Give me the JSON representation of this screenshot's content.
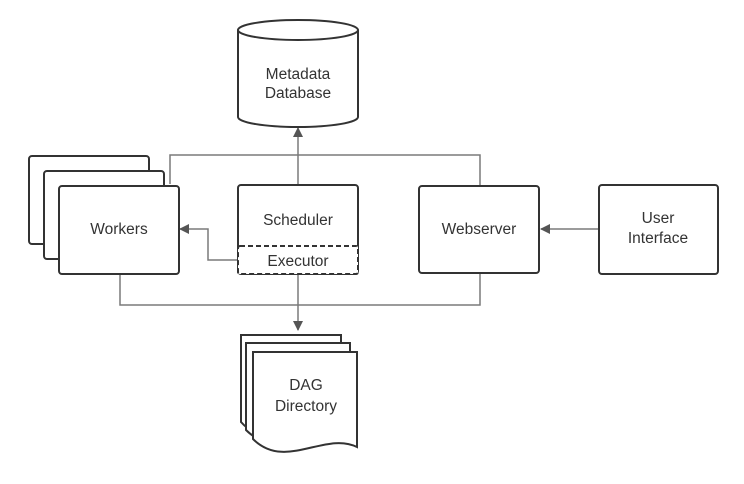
{
  "diagram": {
    "nodes": {
      "metadata_db": {
        "line1": "Metadata",
        "line2": "Database"
      },
      "workers": {
        "label": "Workers"
      },
      "scheduler": {
        "label": "Scheduler"
      },
      "executor": {
        "label": "Executor"
      },
      "webserver": {
        "label": "Webserver"
      },
      "user_interface": {
        "line1": "User",
        "line2": "Interface"
      },
      "dag_directory": {
        "line1": "DAG",
        "line2": "Directory"
      }
    },
    "edges": [
      {
        "from": "scheduler",
        "to": "metadata_db"
      },
      {
        "from": "executor",
        "to": "workers"
      },
      {
        "from": "user_interface",
        "to": "webserver"
      },
      {
        "from": "scheduler",
        "to": "dag_directory"
      },
      {
        "from": "workers",
        "to": "metadata_db"
      },
      {
        "from": "webserver",
        "to": "metadata_db"
      },
      {
        "from": "workers",
        "to": "dag_directory"
      },
      {
        "from": "webserver",
        "to": "dag_directory"
      }
    ],
    "colors": {
      "stroke": "#333333",
      "connector": "#7a7a7a",
      "text": "#333333",
      "background": "#ffffff"
    }
  }
}
